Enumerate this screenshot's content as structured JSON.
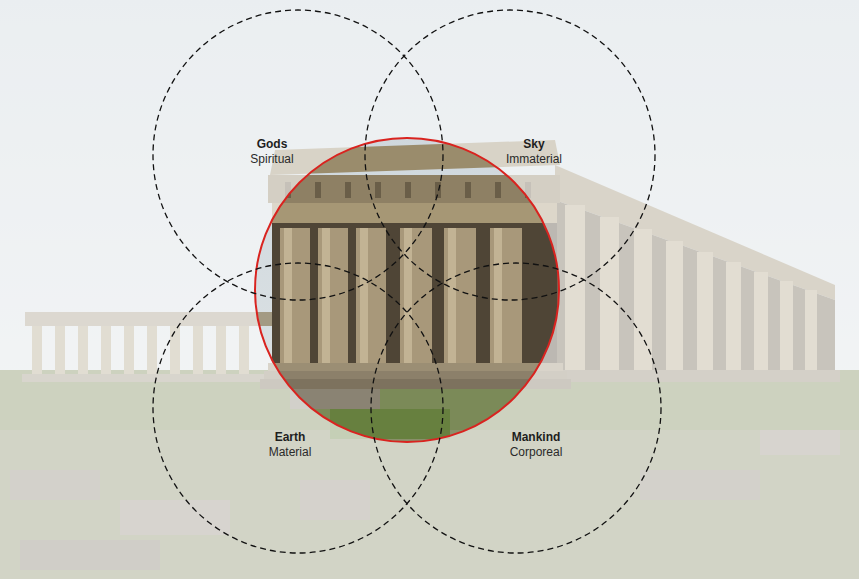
{
  "diagram": {
    "nodes": [
      {
        "text": [
          "Gods",
          "Spiritual"
        ]
      },
      {
        "text": [
          "Sky",
          "Immaterial"
        ]
      },
      {
        "text": [
          "Earth",
          "Material"
        ]
      },
      {
        "text": [
          "Mankind",
          "Corporeal"
        ]
      }
    ]
  }
}
